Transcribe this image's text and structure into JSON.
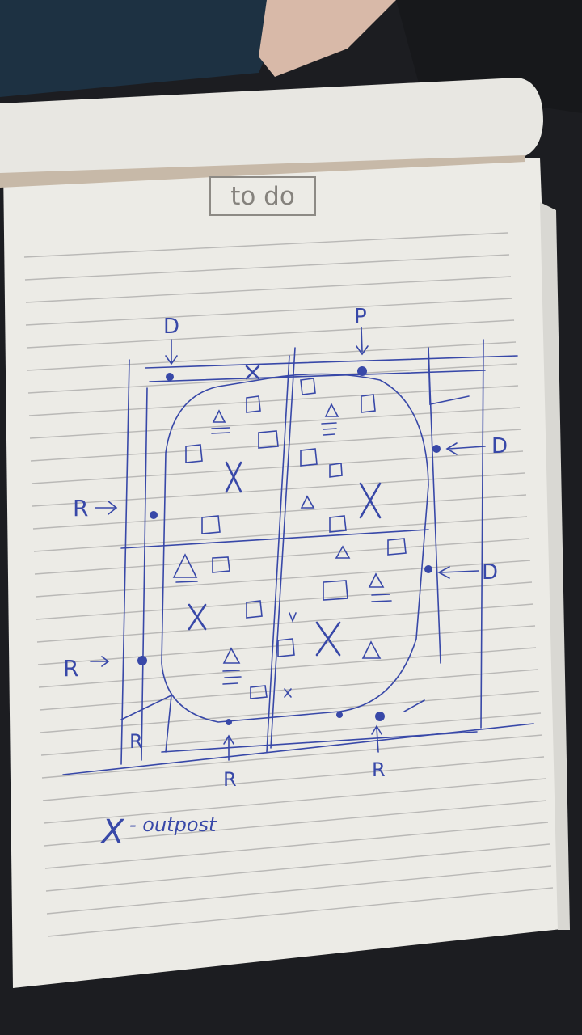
{
  "notepad": {
    "title": "to do"
  },
  "sketch": {
    "top_labels": [
      "D",
      "P"
    ],
    "right_labels": [
      "D",
      "D"
    ],
    "left_labels": [
      "R",
      "R"
    ],
    "bottom_labels": [
      "R",
      "R",
      "R"
    ],
    "legend_symbol": "X",
    "legend_text": "- outpost"
  },
  "colors": {
    "ink": "#3848a8",
    "paper": "#ecebe6",
    "rule_line": "#b9b8b6",
    "background": "#1c1d21"
  }
}
